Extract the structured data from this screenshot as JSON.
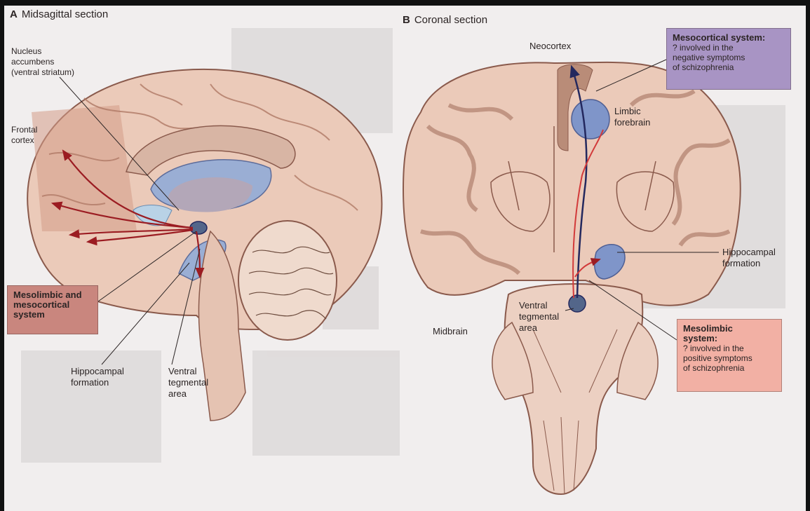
{
  "panel_a": {
    "letter": "A",
    "title": "Midsagittal section",
    "labels": {
      "nucleus_accumbens": "Nucleus\naccumbens\n(ventral striatum)",
      "frontal_cortex": "Frontal\ncortex",
      "hippocampal_formation": "Hippocampal\nformation",
      "ventral_tegmental_area": "Ventral\ntegmental\narea"
    },
    "box": {
      "title": "Mesolimbic and\nmesocortical\nsystem"
    }
  },
  "panel_b": {
    "letter": "B",
    "title": "Coronal section",
    "labels": {
      "neocortex": "Neocortex",
      "limbic_forebrain": "Limbic\nforebrain",
      "hippocampal_formation": "Hippocampal\nformation",
      "ventral_tegmental_area": "Ventral\ntegmental\narea",
      "midbrain": "Midbrain"
    },
    "mesocortical_box": {
      "title": "Mesocortical system:",
      "text": "? involved in the\nnegative symptoms\nof schizophrenia"
    },
    "mesolimbic_box": {
      "title": "Mesolimbic\nsystem:",
      "text": "? involved in the\npositive symptoms\nof schizophrenia"
    }
  },
  "colors": {
    "brain_fill": "#e9c9b9",
    "cortex_dark": "#c48c78",
    "blue_structure": "#8fa4cf",
    "pathway_red": "#9b1c22",
    "pathway_navy": "#23285e",
    "mesocortical_box": "#a894c4",
    "mesolimbic_box": "#f2b0a4",
    "panel_a_box": "#c9867e"
  }
}
